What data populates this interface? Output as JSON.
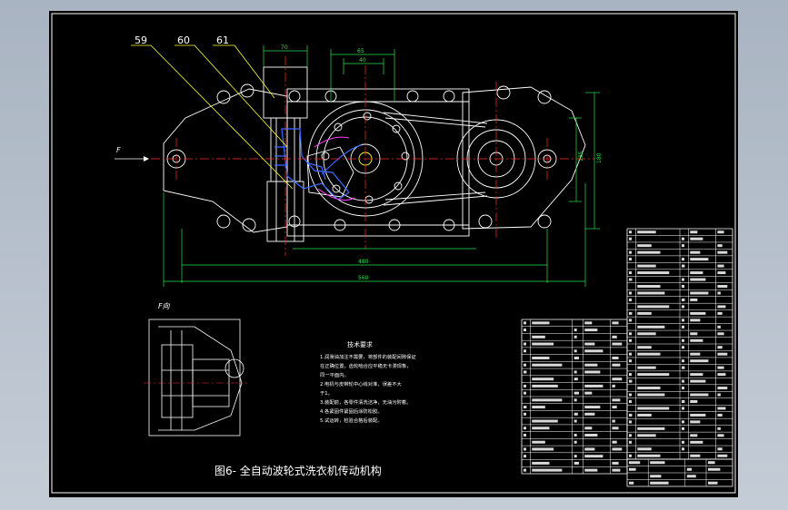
{
  "drawing": {
    "caption": "图6-    全自动波轮式洗衣机传动机构",
    "view_label": "F向",
    "force_label": "F",
    "callouts": [
      "59",
      "60",
      "61"
    ],
    "dimensions": {
      "d70": "70",
      "d65": "65",
      "d40": "40",
      "d480": "480",
      "d560": "560",
      "d180": "180",
      "d135": "135"
    },
    "tech_title": "技术要求",
    "tech_lines": [
      "1.润滑油加注不需要，将部件的装配间隙保证",
      "  在正确位置，齿轮啮合应平稳无卡滞现象，",
      "  同一平面内。",
      "2.电机与皮带轮中心线对准，误差不大",
      "  于1。",
      "3.装配前，各零件清洗洁净，无油污附着。",
      "4.各紧固件紧固后涂防松胶。",
      "5.试运转，检验合格后装配。"
    ]
  },
  "colors": {
    "sheet": "#000000",
    "outline": "#ffffff",
    "centerline": "#ff2a2a",
    "dimension": "#29e04a",
    "leader": "#ffff33",
    "part": "#3a6bff",
    "magenta": "#ff40ff"
  }
}
